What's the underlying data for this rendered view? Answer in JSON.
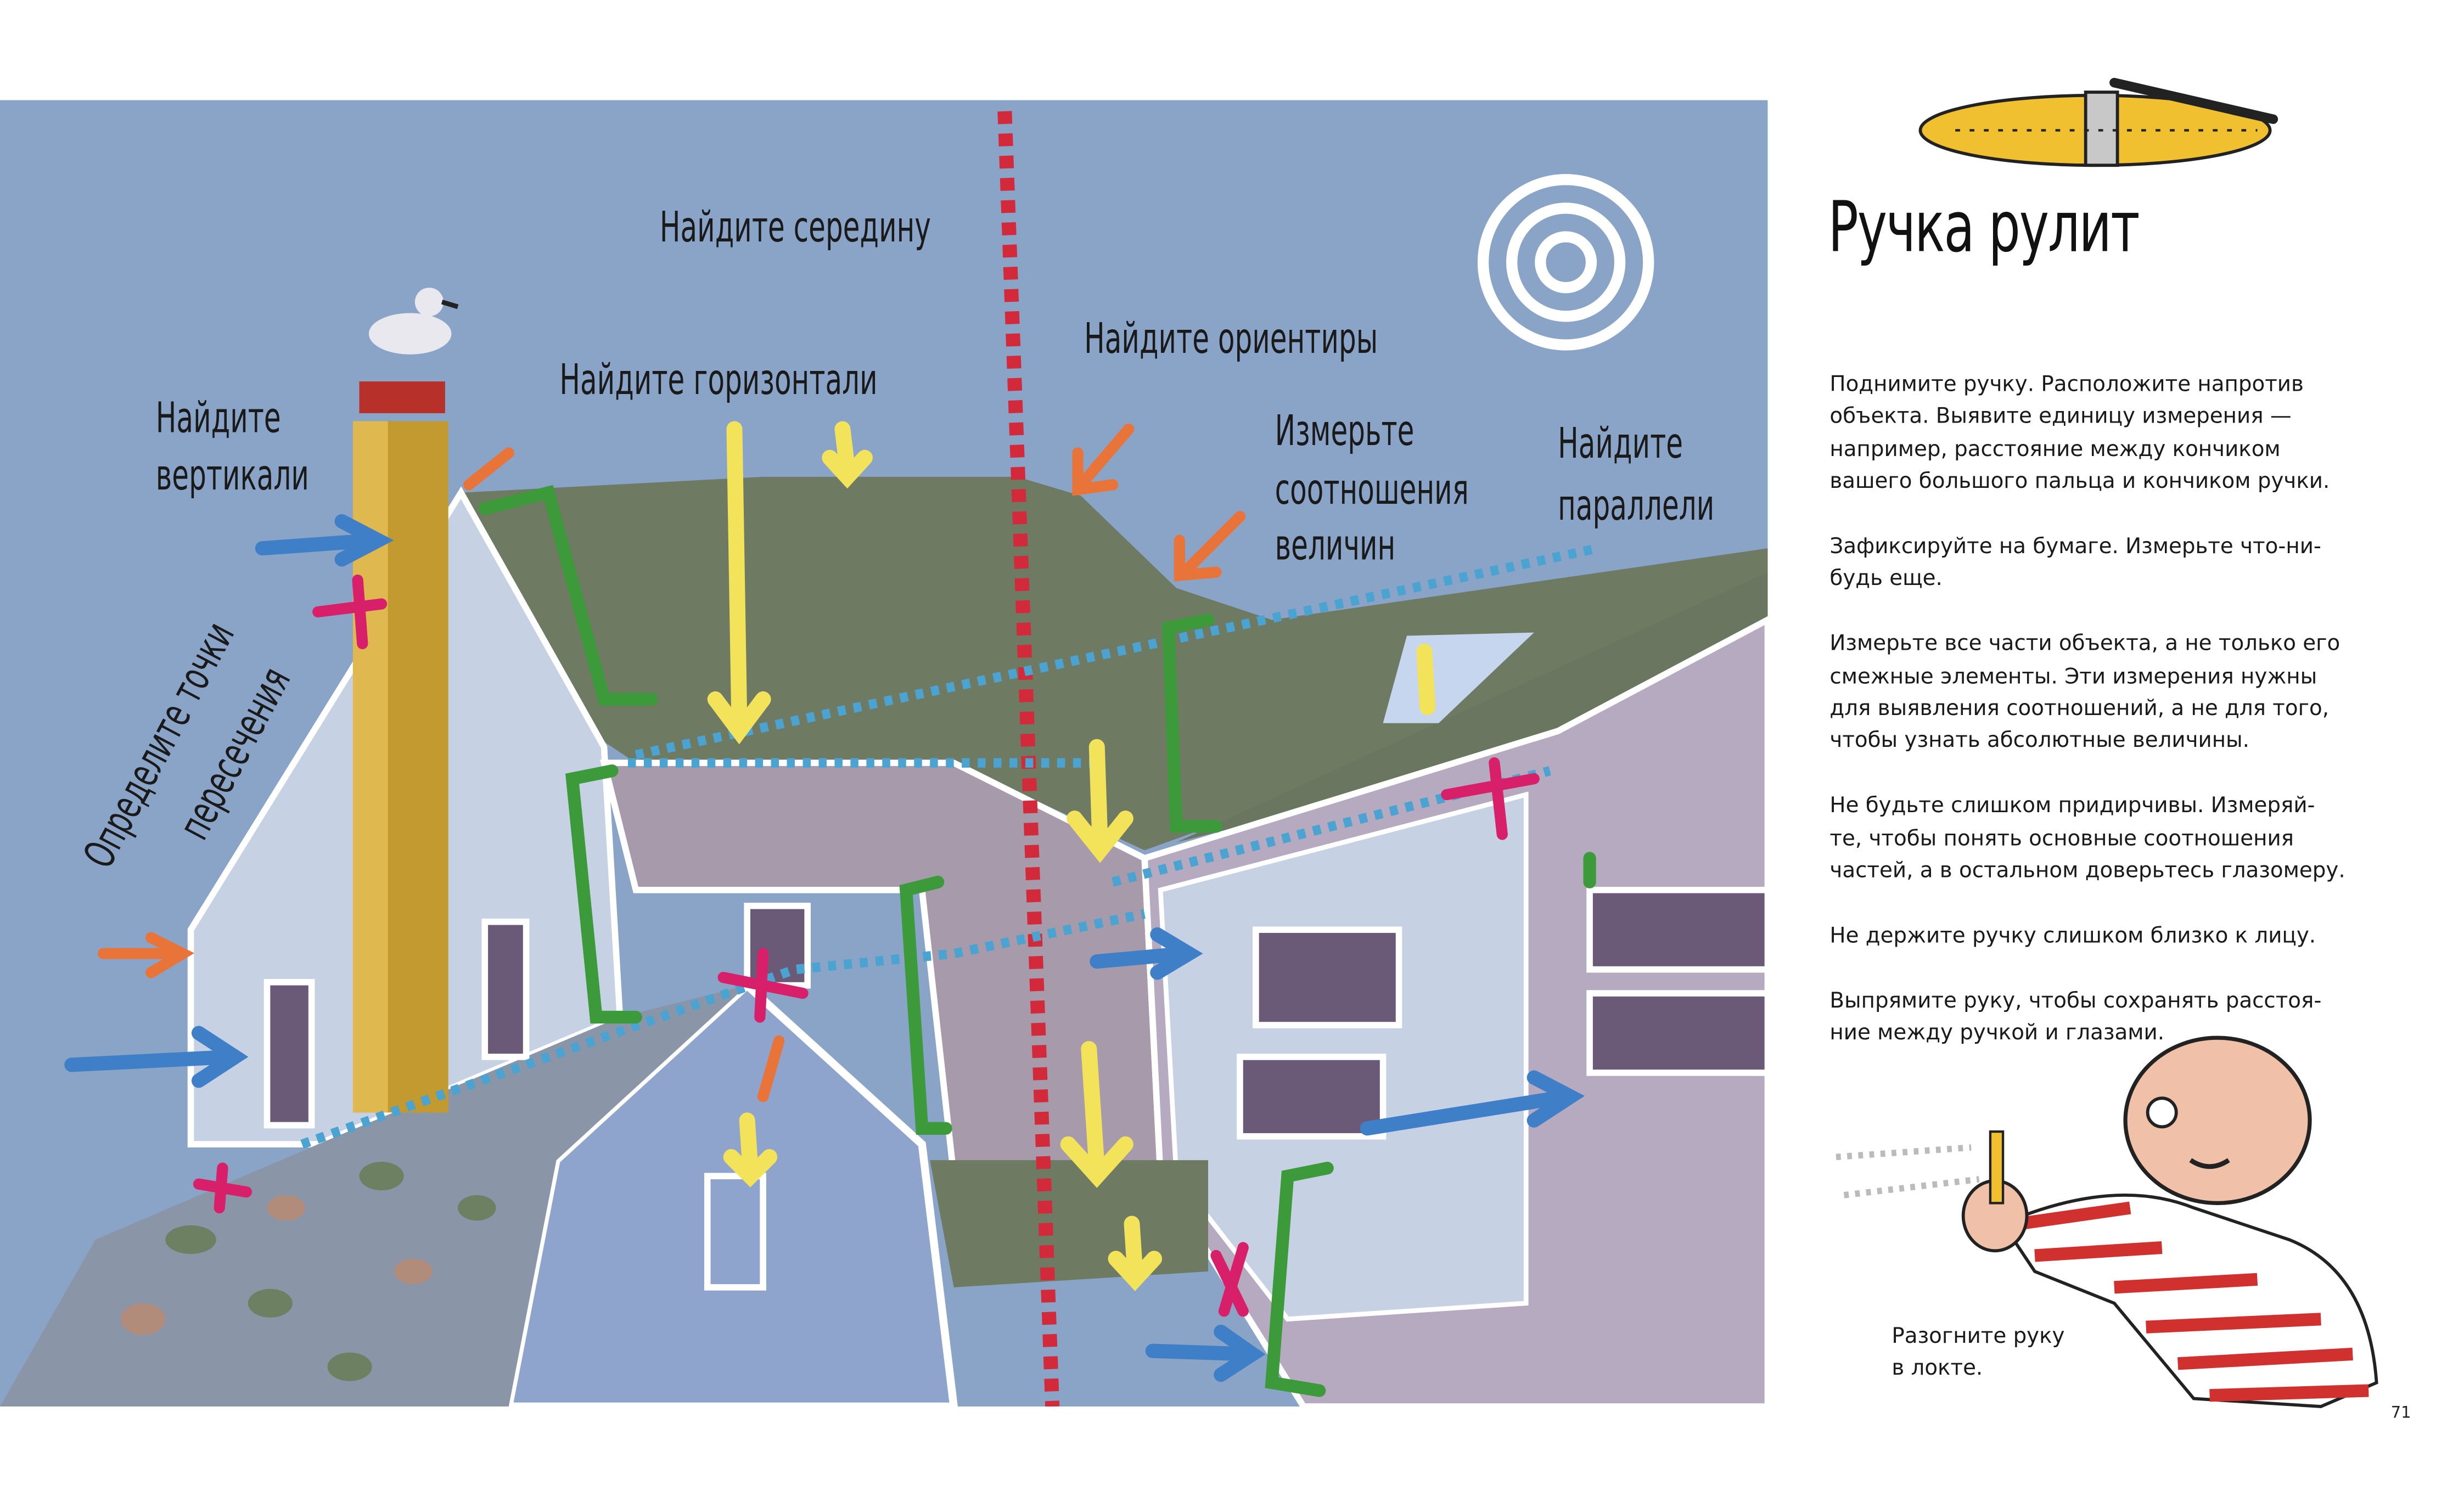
{
  "illustration": {
    "labels": {
      "find_middle": "Найдите середину",
      "find_horizontals": "Найдите горизонтали",
      "find_landmarks": "Найдите ориентиры",
      "find_verticals_1": "Найдите",
      "find_verticals_2": "вертикали",
      "measure_1": "Измерьте",
      "measure_2": "соотношения",
      "measure_3": "величин",
      "parallels_1": "Найдите",
      "parallels_2": "параллели",
      "intersections_1": "Определите точки",
      "intersections_2": "пересечения"
    },
    "colors": {
      "sky": "#8aa4c8",
      "hill": "#6e7a62",
      "red_line": "#d22a3a",
      "blue_dots": "#4aa3d0",
      "green": "#3d9a3a",
      "yellow": "#f2e35a",
      "orange": "#e8743a",
      "blue_arrow": "#3f7fc8",
      "magenta": "#d81f6a"
    }
  },
  "sidebar": {
    "title": "Ручка рулит",
    "paragraphs": [
      "Поднимите ручку. Расположите напротив\nобъекта. Выявите единицу измерения —\nнапример, расстояние между кончиком\nвашего большого пальца и кончиком ручки.",
      "Зафиксируйте на бумаге. Измерьте что-ни-\nбудь еще.",
      "Измерьте все части объекта, а не только его\nсмежные элементы. Эти измерения нужны\nдля выявления соотношений, а не для того,\nчтобы узнать абсолютные величины.",
      "Не будьте слишком придирчивы. Измеряй-\nте, чтобы понять основные соотношения\nчастей, а в остальном доверьтесь глазомеру.",
      "Не держите ручку слишком близко к лицу.",
      "Выпрямите руку, чтобы сохранять расстоя-\nние между ручкой и глазами."
    ],
    "caption": "Разогните руку\nв локте."
  },
  "page_number": "71"
}
